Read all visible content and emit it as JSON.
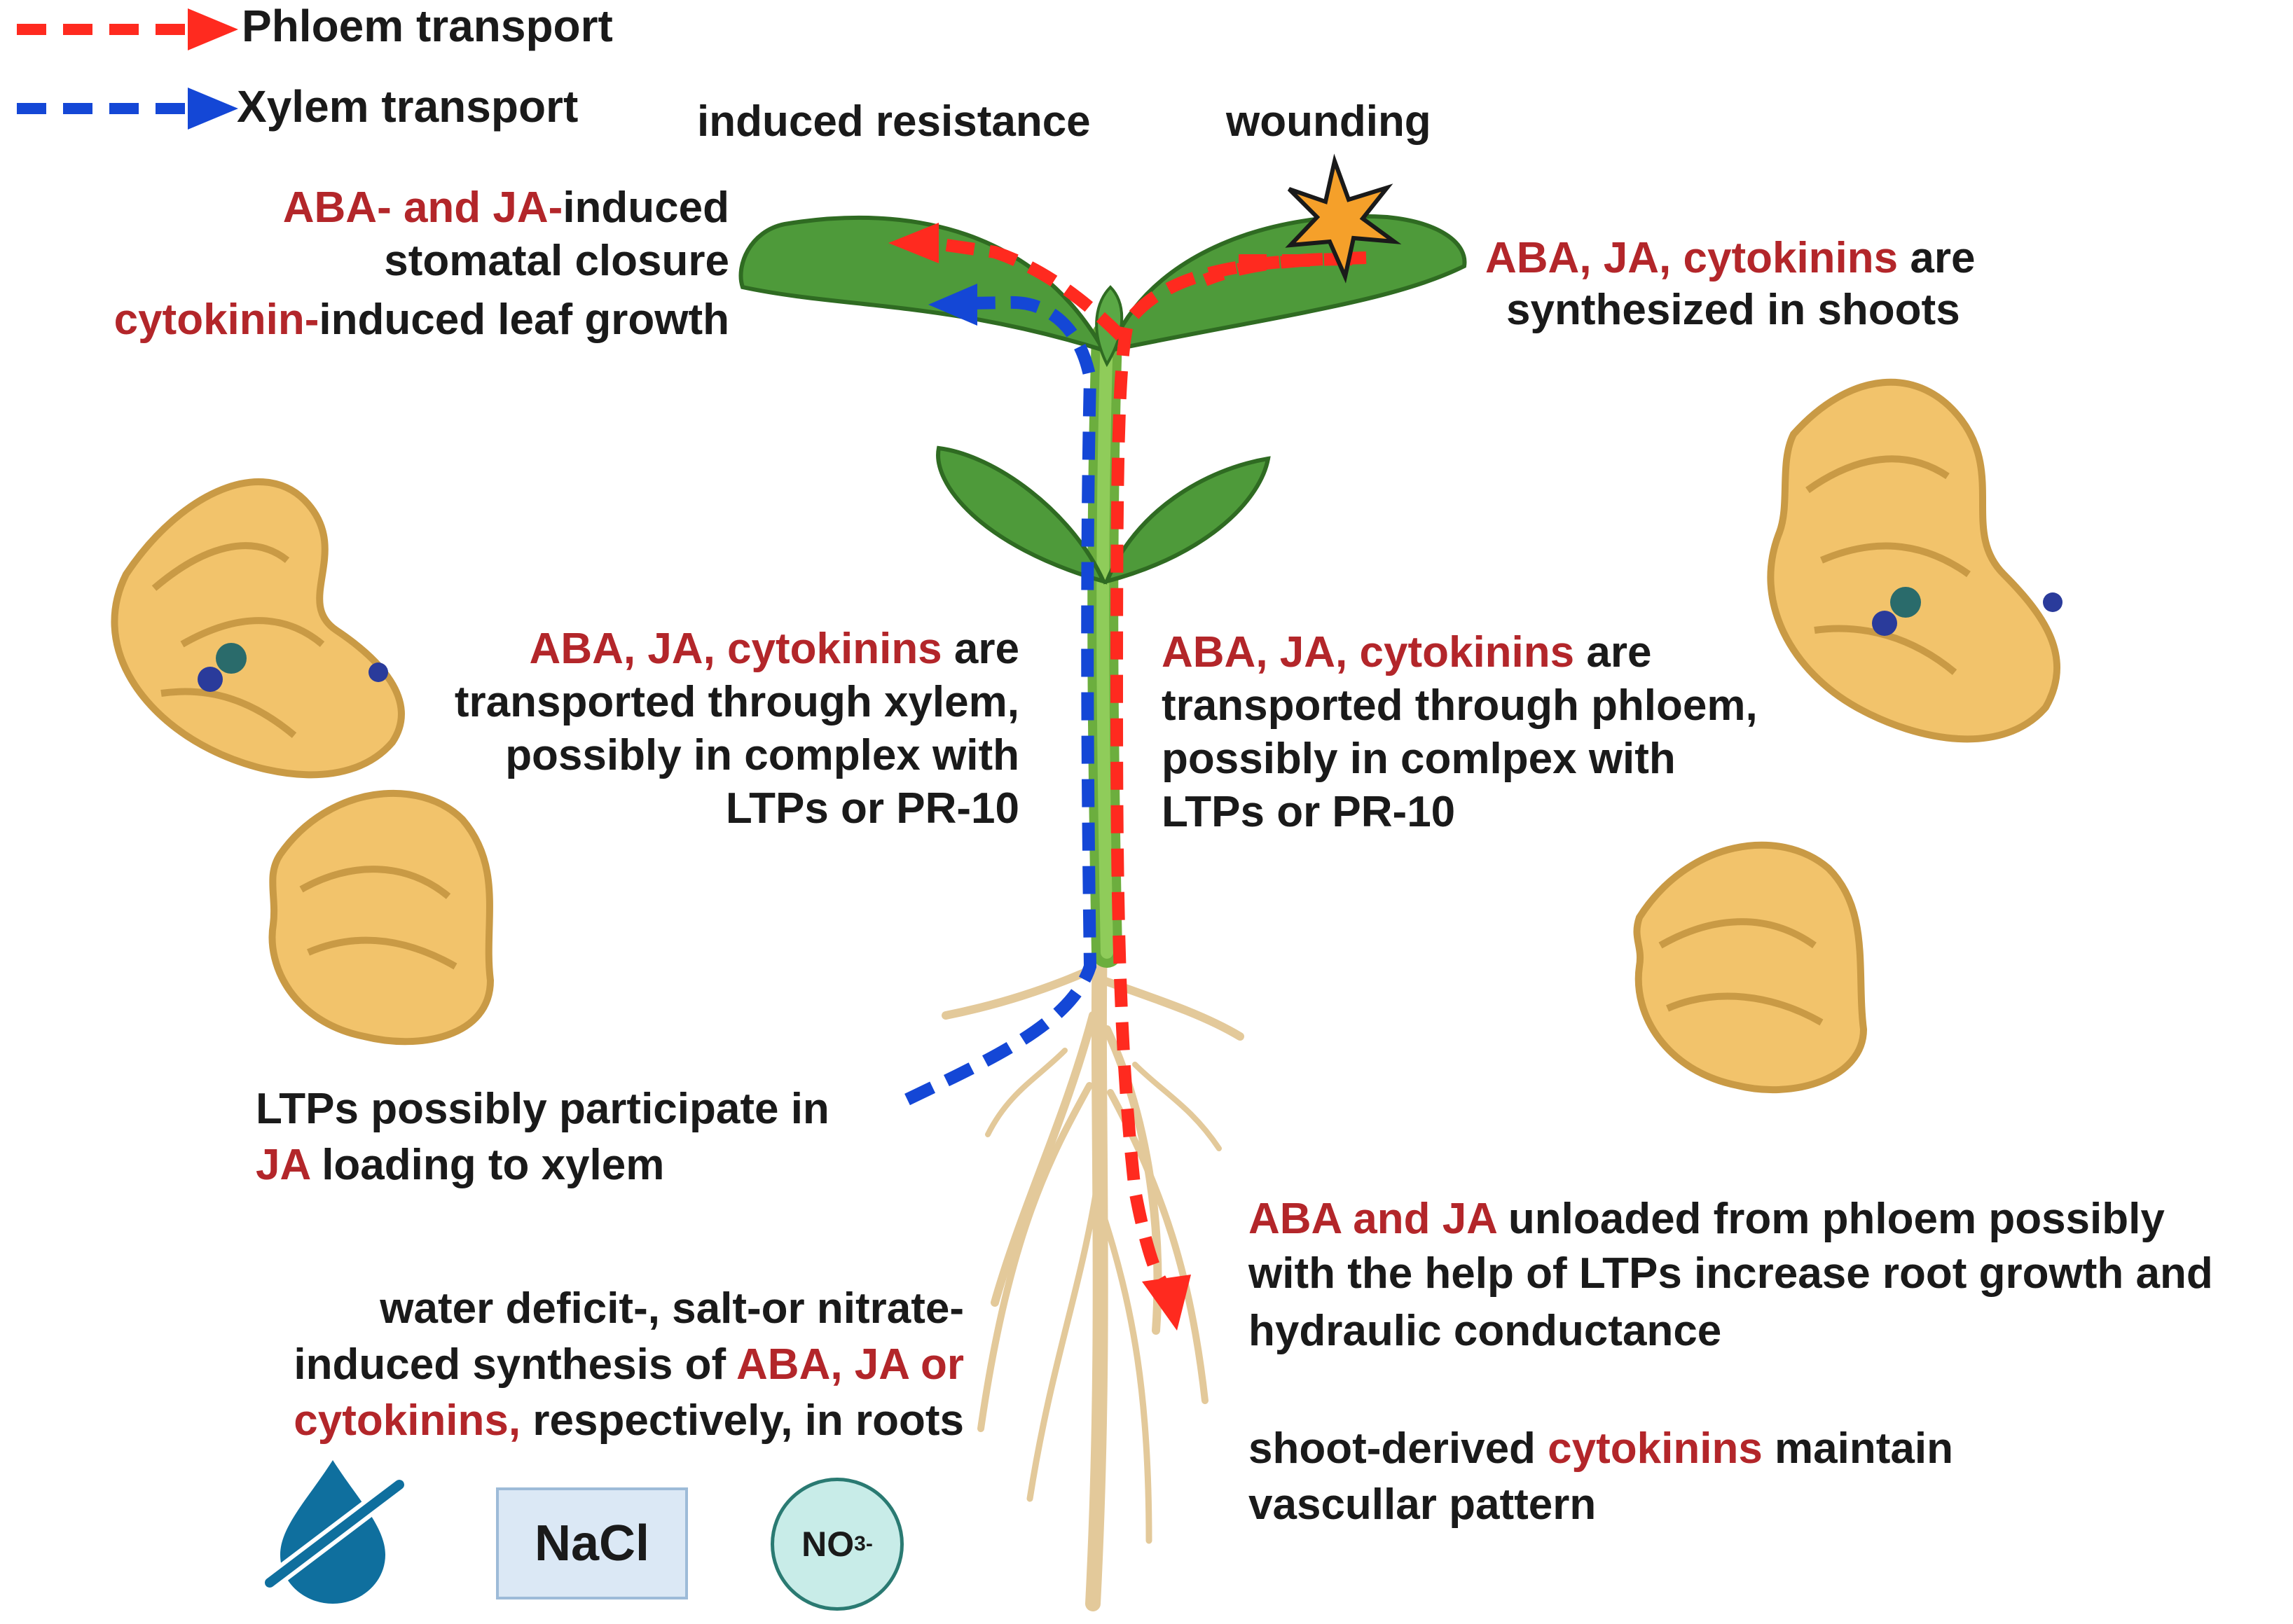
{
  "legend": {
    "phloem": {
      "label": "Phloem transport",
      "color": "#ff2a1f"
    },
    "xylem": {
      "label": "Xylem transport",
      "color": "#1447d6"
    }
  },
  "labels": {
    "induced_resistance": "induced resistance",
    "wounding": "wounding",
    "stomatal_1_red": "ABA- and JA-",
    "stomatal_1_black": "induced",
    "stomatal_2": "stomatal closure",
    "leaf_growth_red": "cytokinin-",
    "leaf_growth_black": "induced leaf growth",
    "shoots_1_red": "ABA, JA, cytokinins",
    "shoots_1_black": " are",
    "shoots_2": "synthesized in shoots",
    "xylem_1_red": "ABA, JA, cytokinins",
    "xylem_1_black": " are",
    "xylem_2": "transported through xylem,",
    "xylem_3": "possibly in complex with",
    "xylem_4": "LTPs or PR-10",
    "phloem_1_red": "ABA, JA, cytokinins",
    "phloem_1_black": " are",
    "phloem_2": "transported through phloem,",
    "phloem_3": "possibly in comlpex with",
    "phloem_4": "LTPs or PR-10",
    "ltp_1": "LTPs possibly participate in",
    "ltp_2_red": "JA",
    "ltp_2_black": " loading to xylem",
    "unload_1_red": "ABA and JA",
    "unload_1_black": " unloaded from phloem possibly",
    "unload_2": "with the help of LTPs increase root growth and",
    "unload_3": "hydraulic conductance",
    "water_1": "water deficit-, salt-or nitrate-",
    "water_2_black": "induced synthesis of ",
    "water_2_red": "ABA, JA or",
    "water_3_red": "cytokinins,",
    "water_3_black": " respectively, in roots",
    "shoot_derived_1_black_a": "shoot-derived ",
    "shoot_derived_1_red": "cytokinins",
    "shoot_derived_1_black_b": " maintain",
    "shoot_derived_2": "vascullar pattern",
    "nacl": "NaCl",
    "no3": "NO",
    "no3_sub": "3",
    "no3_sup": "-"
  },
  "colors": {
    "highlight_red": "#b3262a",
    "leaf_green": "#4e9a3a",
    "root_tan": "#e3c99a",
    "protein_gold": "#f2c36b",
    "water_blue": "#0f6f9e",
    "star_orange": "#f5a02a"
  },
  "icons": [
    "wounding-star-icon",
    "water-deficit-icon",
    "protein-structure-icon"
  ]
}
